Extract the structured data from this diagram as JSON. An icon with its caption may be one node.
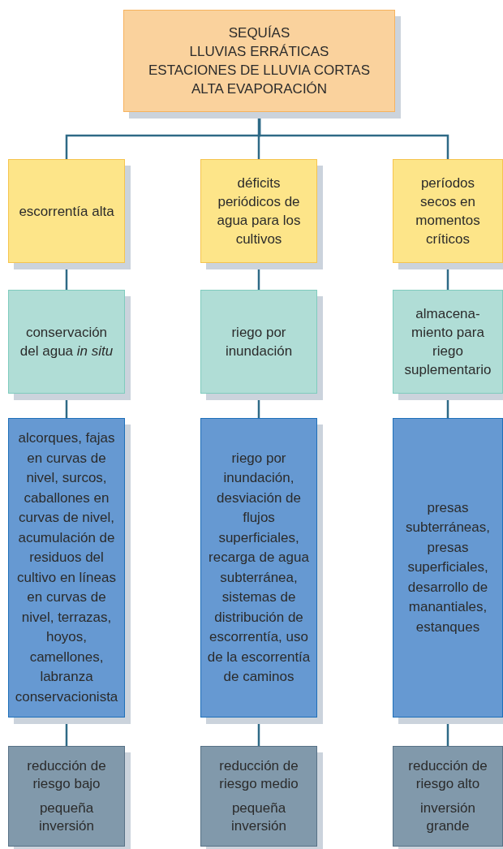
{
  "diagram": {
    "nodes": [
      {
        "text": [
          "SEQUÍAS",
          "LLUVIAS ERRÁTICAS",
          "ESTACIONES DE LLUVIA CORTAS",
          "ALTA EVAPORACIÓN"
        ]
      },
      {
        "text": [
          "escorrentía alta"
        ]
      },
      {
        "text": [
          "déficits periódicos de agua para los cultivos"
        ]
      },
      {
        "text": [
          "períodos secos en momentos críticos"
        ]
      },
      {
        "text": [
          "conservación del agua *in situ*"
        ]
      },
      {
        "text": [
          "riego por inundación"
        ]
      },
      {
        "text": [
          "almacena- miento para riego suplementario"
        ]
      },
      {
        "text": [
          "alcorques, fajas en curvas de nivel, surcos, caballones en curvas de nivel, acumulación de residuos del cultivo en líneas en curvas de nivel, terrazas, hoyos, camellones, labranza conservacionista"
        ]
      },
      {
        "text": [
          "riego por inundación, desviación de flujos superficiales, recarga de agua subterránea, sistemas de distribución de escorrentía, uso de la escorrentía de caminos"
        ]
      },
      {
        "text": [
          "presas subterráneas, presas superficiales, desarrollo de manantiales, estanques"
        ]
      },
      {
        "text": [
          "reducción de riesgo bajo",
          "pequeña inversión"
        ]
      },
      {
        "text": [
          "reducción de riesgo medio",
          "pequeña inversión"
        ]
      },
      {
        "text": [
          "reducción de riesgo alto",
          "inversión grande"
        ]
      }
    ],
    "edges": [
      {
        "from": 0,
        "to": 1,
        "arrow": "none"
      },
      {
        "from": 0,
        "to": 2,
        "arrow": "none"
      },
      {
        "from": 0,
        "to": 3,
        "arrow": "none"
      },
      {
        "from": 1,
        "to": 4,
        "arrow": "none"
      },
      {
        "from": 2,
        "to": 5,
        "arrow": "none"
      },
      {
        "from": 3,
        "to": 6,
        "arrow": "none"
      },
      {
        "from": 4,
        "to": 7,
        "arrow": "none"
      },
      {
        "from": 5,
        "to": 8,
        "arrow": "none"
      },
      {
        "from": 6,
        "to": 9,
        "arrow": "none"
      },
      {
        "from": 7,
        "to": 10,
        "arrow": "none"
      },
      {
        "from": 8,
        "to": 11,
        "arrow": "none"
      },
      {
        "from": 9,
        "to": 12,
        "arrow": "none"
      }
    ]
  }
}
